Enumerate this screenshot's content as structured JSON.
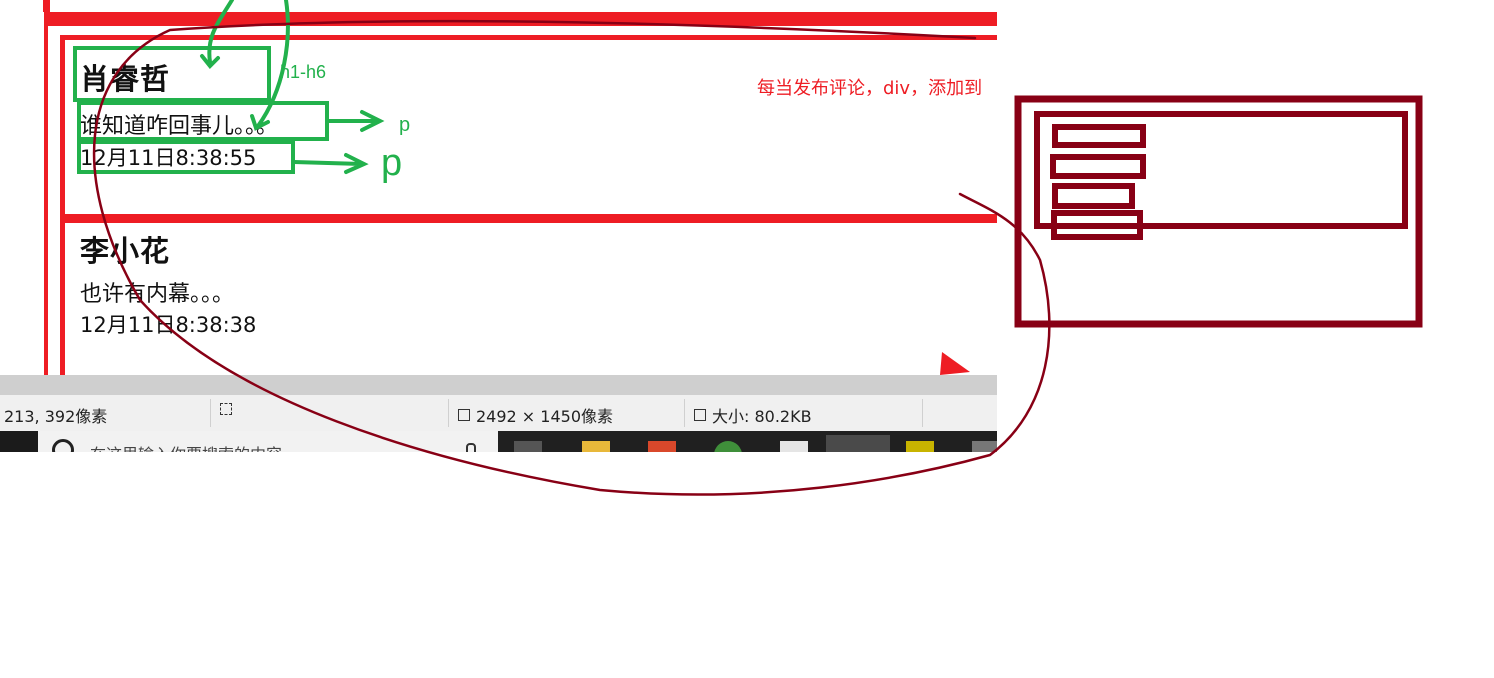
{
  "comments": [
    {
      "author": "肖睿哲",
      "content": "谁知道咋回事儿。。。",
      "time": "12月11日8:38:55"
    },
    {
      "author": "李小花",
      "content": "也许有内幕。。。",
      "time": "12月11日8:38:38"
    }
  ],
  "annotations": {
    "heading_tag": "h1-h6",
    "para_tag_1": "p",
    "para_tag_2": "p",
    "note": "每当发布评论，div，添加到"
  },
  "status_bar": {
    "cursor_position": "213, 392像素",
    "image_dimensions": "2492 × 1450像素",
    "file_size": "大小: 80.2KB"
  },
  "taskbar": {
    "search_placeholder": "在这里输入你要搜索的内容"
  },
  "colors": {
    "page_outline": "#ee1d24",
    "annotation_green": "#22b14c",
    "sketch_maroon": "#880015"
  }
}
